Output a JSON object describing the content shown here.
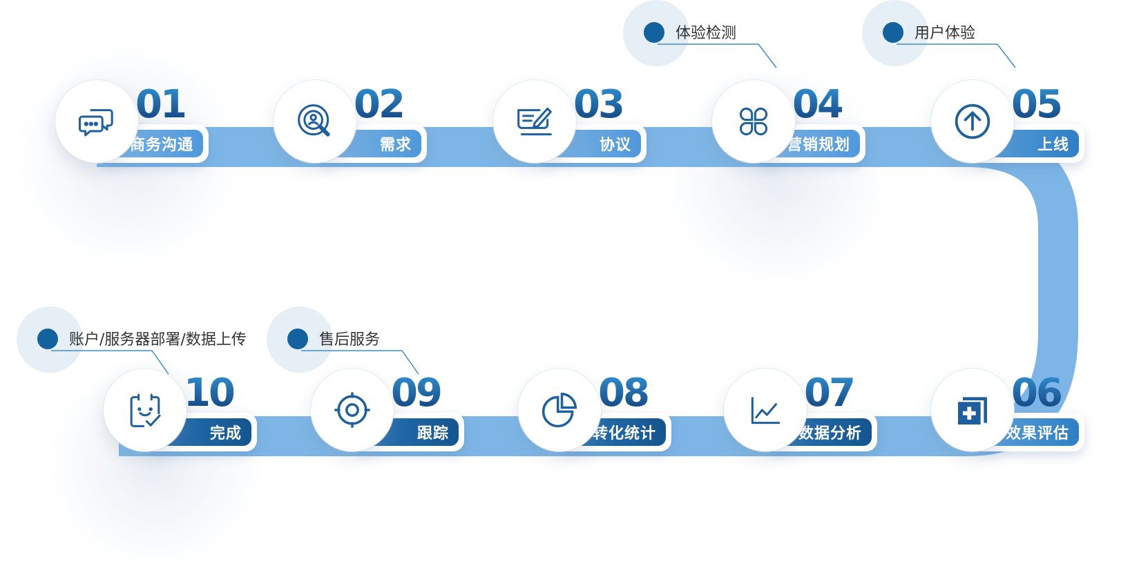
{
  "colors": {
    "track": "#7db6e6",
    "number_top": "#2f8fd0",
    "number_bottom": "#123f7a",
    "callout_dot": "#13619f",
    "callout_halo": "#e6eef6",
    "leader_line": "#3a8fd6"
  },
  "steps": [
    {
      "number": "01",
      "label": "商务沟通",
      "icon": "chat-bubbles-icon"
    },
    {
      "number": "02",
      "label": "需求",
      "icon": "search-person-icon"
    },
    {
      "number": "03",
      "label": "协议",
      "icon": "signature-icon"
    },
    {
      "number": "04",
      "label": "营销规划",
      "icon": "clover-grid-icon"
    },
    {
      "number": "05",
      "label": "上线",
      "icon": "arrow-up-circle-icon"
    },
    {
      "number": "06",
      "label": "效果评估",
      "icon": "plus-square-icon"
    },
    {
      "number": "07",
      "label": "数据分析",
      "icon": "line-chart-icon"
    },
    {
      "number": "08",
      "label": "转化统计",
      "icon": "pie-chart-icon"
    },
    {
      "number": "09",
      "label": "跟踪",
      "icon": "target-icon"
    },
    {
      "number": "10",
      "label": "完成",
      "icon": "clipboard-check-icon"
    }
  ],
  "callouts": [
    {
      "text": "体验检测"
    },
    {
      "text": "用户体验"
    },
    {
      "text": "账户/服务器部署/数据上传"
    },
    {
      "text": "售后服务"
    }
  ]
}
